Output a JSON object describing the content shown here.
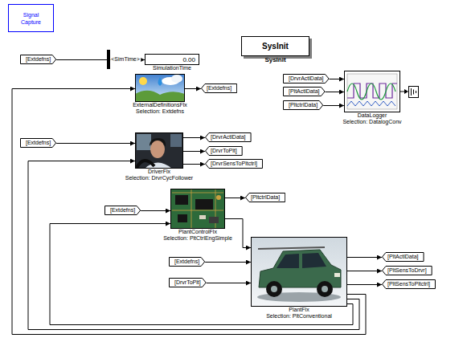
{
  "diagram": {
    "nodes": [
      {
        "text": [
          "Signal Capture"
        ]
      },
      {
        "text": [
          "SysInit",
          "SysInit"
        ]
      },
      {
        "text": [
          "[Extdefns]"
        ]
      },
      {
        "text": [
          "0.00",
          "SimulationTime"
        ]
      },
      {
        "text": [
          "[DrvrActlData]"
        ]
      },
      {
        "text": [
          "[PltActlData]"
        ]
      },
      {
        "text": [
          "[PltctrlData]"
        ]
      },
      {
        "text": [
          "DataLogger",
          "Selection: DatalogConv"
        ]
      },
      {
        "text": [
          "ExternalDefinitionsFlx",
          "Selection: Extdefns"
        ]
      },
      {
        "text": [
          "[Extdefns]"
        ]
      },
      {
        "text": [
          "[Extdefns]"
        ]
      },
      {
        "text": [
          "DriverFlx",
          "Selection: DrvrCycFollower"
        ]
      },
      {
        "text": [
          "[DrvrActlData]"
        ]
      },
      {
        "text": [
          "[DrvrToPlt]"
        ]
      },
      {
        "text": [
          "[DrvrSensToPltctrl]"
        ]
      },
      {
        "text": [
          "PlantControlFlx",
          "Selection: PltCtrlEngSimple"
        ]
      },
      {
        "text": [
          "[PltctrlData]"
        ]
      },
      {
        "text": [
          "[Extdefns]"
        ]
      },
      {
        "text": [
          "[Extdefns]"
        ]
      },
      {
        "text": [
          "[DrvrToPlt]"
        ]
      },
      {
        "text": [
          "PlantFlx",
          "Selection: PltConventional"
        ]
      },
      {
        "text": [
          "[PltActlData]"
        ]
      },
      {
        "text": [
          "[PltSensToDrvr]"
        ]
      },
      {
        "text": [
          "[PltSensToPltctrl]"
        ]
      }
    ],
    "edges": [
      {
        "from": 2,
        "to": 3,
        "label": "<SimTime>",
        "arrow": "to"
      },
      {
        "from": 4,
        "to": 7,
        "arrow": "to"
      },
      {
        "from": 5,
        "to": 7,
        "arrow": "to"
      },
      {
        "from": 6,
        "to": 7,
        "arrow": "to"
      },
      {
        "from": 8,
        "to": 9,
        "arrow": "to"
      },
      {
        "from": 10,
        "to": 11,
        "arrow": "to"
      },
      {
        "from": 11,
        "to": 12,
        "arrow": "to"
      },
      {
        "from": 11,
        "to": 13,
        "arrow": "to"
      },
      {
        "from": 11,
        "to": 14,
        "arrow": "to"
      },
      {
        "from": 17,
        "to": 15,
        "arrow": "to"
      },
      {
        "from": 15,
        "to": 16,
        "arrow": "to"
      },
      {
        "from": 15,
        "to": 20,
        "arrow": "to"
      },
      {
        "from": 18,
        "to": 20,
        "arrow": "to"
      },
      {
        "from": 19,
        "to": 20,
        "arrow": "to"
      },
      {
        "from": 20,
        "to": 21,
        "arrow": "to"
      },
      {
        "from": 20,
        "to": 22,
        "arrow": "to"
      },
      {
        "from": 20,
        "to": 23,
        "arrow": "to"
      },
      {
        "from": 20,
        "to": 8,
        "arrow": "to"
      },
      {
        "from": 20,
        "to": 11,
        "arrow": "to"
      },
      {
        "from": 20,
        "to": 15,
        "arrow": "to"
      }
    ]
  }
}
